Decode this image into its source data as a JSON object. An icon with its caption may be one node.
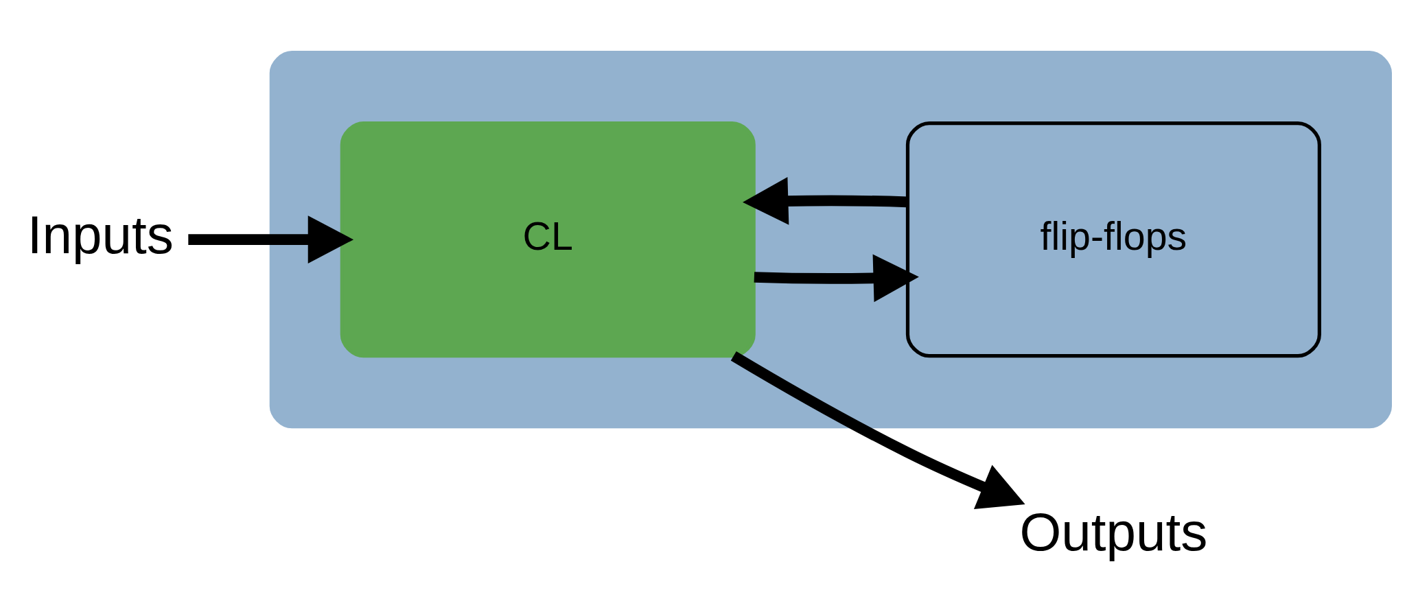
{
  "diagram": {
    "nodes": [
      {
        "text": [
          "Inputs"
        ]
      },
      {
        "text": [],
        "shape": "box"
      },
      {
        "text": [
          "CL"
        ],
        "in": 1
      },
      {
        "text": [
          "flip-flops"
        ],
        "in": 1
      },
      {
        "text": [
          "Outputs"
        ]
      }
    ],
    "edges": [
      {
        "from": 0,
        "to": 2,
        "arrow": "to"
      },
      {
        "from": 2,
        "to": 4,
        "arrow": "to"
      },
      {
        "from": 2,
        "to": 3,
        "arrow": "to"
      },
      {
        "from": 3,
        "to": 2,
        "arrow": "to"
      }
    ]
  }
}
